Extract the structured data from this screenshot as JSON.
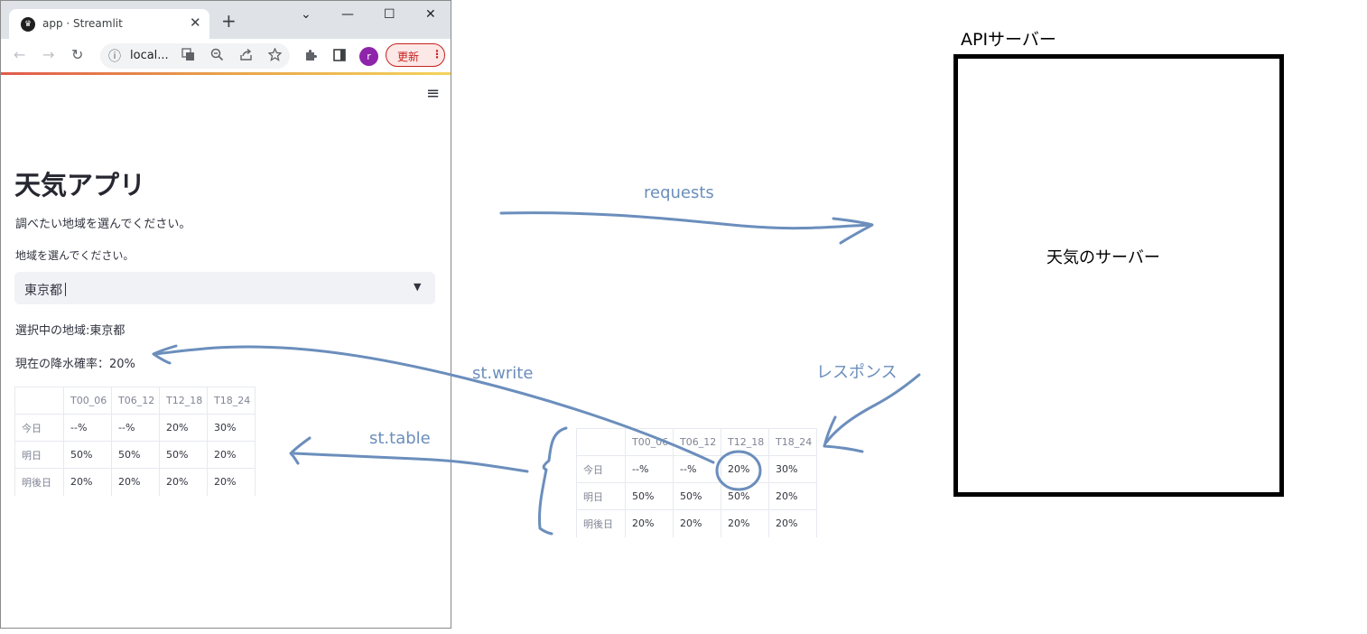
{
  "browser": {
    "tab_title": "app · Streamlit",
    "tab_close": "✕",
    "new_tab": "+",
    "window_controls": {
      "tab_search": "⌄",
      "minimize": "—",
      "maximize": "☐",
      "close": "✕"
    },
    "toolbar": {
      "back": "←",
      "forward": "→",
      "reload": "↻",
      "info": "ⓘ",
      "url": "local...",
      "profile_initial": "r",
      "update_label": "更新",
      "menu_dots": "⋮"
    },
    "icons": [
      "back-arrow-icon",
      "forward-arrow-icon",
      "reload-icon",
      "info-icon",
      "translate-icon",
      "zoom-out-icon",
      "share-icon",
      "bookmark-star-icon",
      "extensions-puzzle-icon",
      "side-panel-icon",
      "kebab-menu-icon"
    ]
  },
  "app": {
    "menu_icon": "≡",
    "title": "天気アプリ",
    "intro": "調べたい地域を選んでください。",
    "select_label": "地域を選んでください。",
    "select_value": "東京都",
    "selected_text": "選択中の地域:東京都",
    "rain_text": "現在の降水確率：20%"
  },
  "table": {
    "columns": [
      "",
      "T00_06",
      "T06_12",
      "T12_18",
      "T18_24"
    ],
    "rows": [
      [
        "今日",
        "--%",
        "--%",
        "20%",
        "30%"
      ],
      [
        "明日",
        "50%",
        "50%",
        "50%",
        "20%"
      ],
      [
        "明後日",
        "20%",
        "20%",
        "20%",
        "20%"
      ]
    ]
  },
  "diagram": {
    "server_title": "APIサーバー",
    "server_label": "天気のサーバー",
    "requests": "requests",
    "response": "レスポンス",
    "st_write": "st.write",
    "st_table": "st.table",
    "stroke_color": "#6b8ebc"
  }
}
